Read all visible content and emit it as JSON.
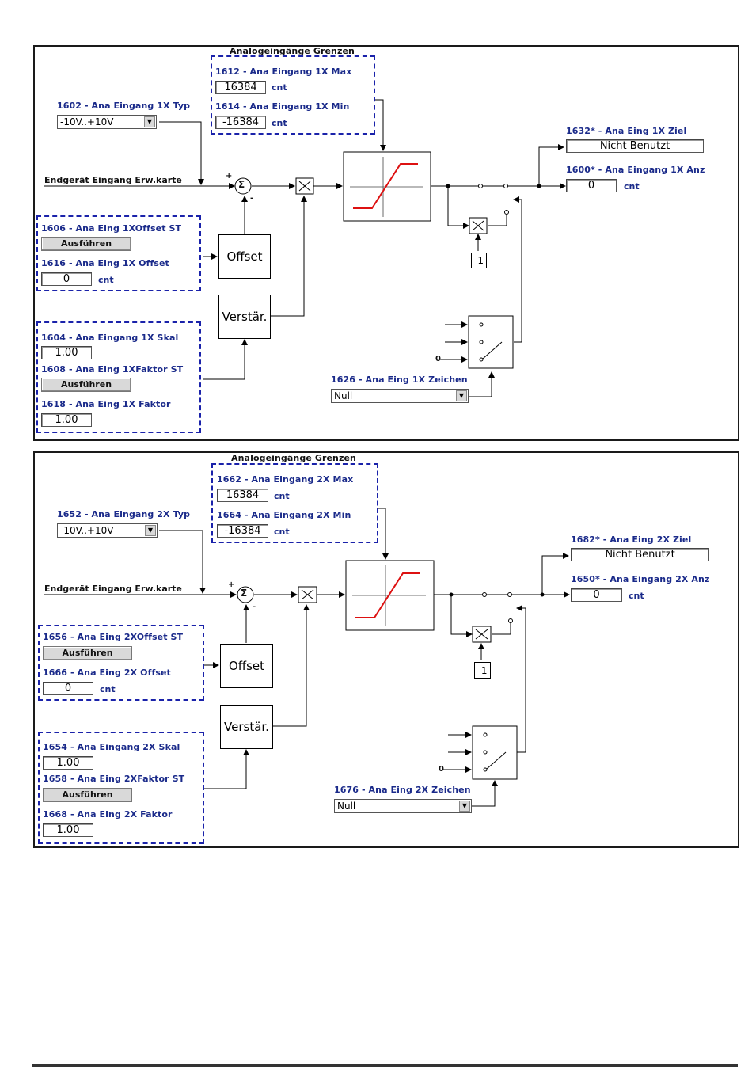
{
  "panels": [
    {
      "limits_title": "Analogeingänge Grenzen",
      "max": {
        "label": "1612 - Ana Eingang 1X Max",
        "value": "16384",
        "unit": "cnt"
      },
      "min": {
        "label": "1614 - Ana Eingang 1X Min",
        "value": "-16384",
        "unit": "cnt"
      },
      "typ": {
        "label": "1602 - Ana Eingang 1X Typ",
        "value": "-10V..+10V"
      },
      "input_label": "Endgerät Eingang Erw.karte",
      "offset_st": {
        "label": "1606 - Ana Eing 1XOffset ST",
        "button": "Ausführen"
      },
      "offset": {
        "label": "1616 - Ana Eing 1X Offset",
        "value": "0",
        "unit": "cnt"
      },
      "skal": {
        "label": "1604 - Ana Eingang 1X Skal",
        "value": "1.00"
      },
      "faktor_st": {
        "label": "1608 - Ana Eing 1XFaktor ST",
        "button": "Ausführen"
      },
      "faktor": {
        "label": "1618 - Ana Eing 1X Faktor",
        "value": "1.00"
      },
      "offset_block": "Offset",
      "gain_block": "Verstär.",
      "sigma": "Σ",
      "plus": "+",
      "minus": "-",
      "neg_one": "-1",
      "zero": "0",
      "ziel": {
        "label": "1632* - Ana Eing 1X Ziel",
        "value": "Nicht Benutzt"
      },
      "anz": {
        "label": "1600* - Ana Eingang 1X Anz",
        "value": "0",
        "unit": "cnt"
      },
      "zeichen": {
        "label": "1626 - Ana Eing 1X Zeichen",
        "value": "Null"
      }
    },
    {
      "limits_title": "Analogeingänge Grenzen",
      "max": {
        "label": "1662 - Ana Eingang 2X Max",
        "value": "16384",
        "unit": "cnt"
      },
      "min": {
        "label": "1664 - Ana Eingang 2X Min",
        "value": "-16384",
        "unit": "cnt"
      },
      "typ": {
        "label": "1652 - Ana Eingang 2X Typ",
        "value": "-10V..+10V"
      },
      "input_label": "Endgerät Eingang Erw.karte",
      "offset_st": {
        "label": "1656 - Ana Eing 2XOffset ST",
        "button": "Ausführen"
      },
      "offset": {
        "label": "1666 - Ana Eing 2X Offset",
        "value": "0",
        "unit": "cnt"
      },
      "skal": {
        "label": "1654 - Ana Eingang 2X Skal",
        "value": "1.00"
      },
      "faktor_st": {
        "label": "1658 - Ana Eing 2XFaktor ST",
        "button": "Ausführen"
      },
      "faktor": {
        "label": "1668 - Ana Eing 2X Faktor",
        "value": "1.00"
      },
      "offset_block": "Offset",
      "gain_block": "Verstär.",
      "sigma": "Σ",
      "plus": "+",
      "minus": "-",
      "neg_one": "-1",
      "zero": "0",
      "ziel": {
        "label": "1682* - Ana Eing 2X Ziel",
        "value": "Nicht Benutzt"
      },
      "anz": {
        "label": "1650* - Ana Eingang 2X Anz",
        "value": "0",
        "unit": "cnt"
      },
      "zeichen": {
        "label": "1676 - Ana Eing 2X Zeichen",
        "value": "Null"
      }
    }
  ],
  "colors": {
    "dashed_border": "#1a22aa",
    "label_text": "#1a2a8a",
    "ramp": "#dd1111"
  },
  "icons": [
    "dropdown-arrow-icon",
    "multiply-icon",
    "sum-icon"
  ]
}
